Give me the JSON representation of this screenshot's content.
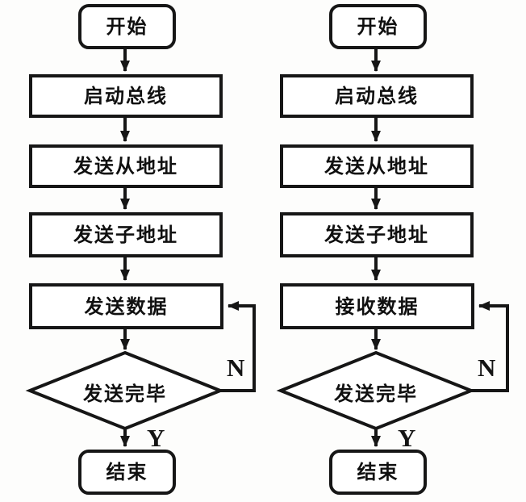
{
  "diagram": {
    "type": "flowchart",
    "description": "Two side-by-side flowcharts for bus send and receive routines",
    "background_color": "#fdfdfc",
    "line_color": "#161616",
    "charts": [
      {
        "id": "send-routine",
        "nodes": {
          "start": "开始",
          "step1": "启动总线",
          "step2": "发送从地址",
          "step3": "发送子地址",
          "step4": "发送数据",
          "decision": "发送完毕",
          "end": "结束"
        },
        "labels": {
          "no": "N",
          "yes": "Y"
        }
      },
      {
        "id": "receive-routine",
        "nodes": {
          "start": "开始",
          "step1": "启动总线",
          "step2": "发送从地址",
          "step3": "发送子地址",
          "step4": "接收数据",
          "decision": "发送完毕",
          "end": "结束"
        },
        "labels": {
          "no": "N",
          "yes": "Y"
        }
      }
    ]
  }
}
